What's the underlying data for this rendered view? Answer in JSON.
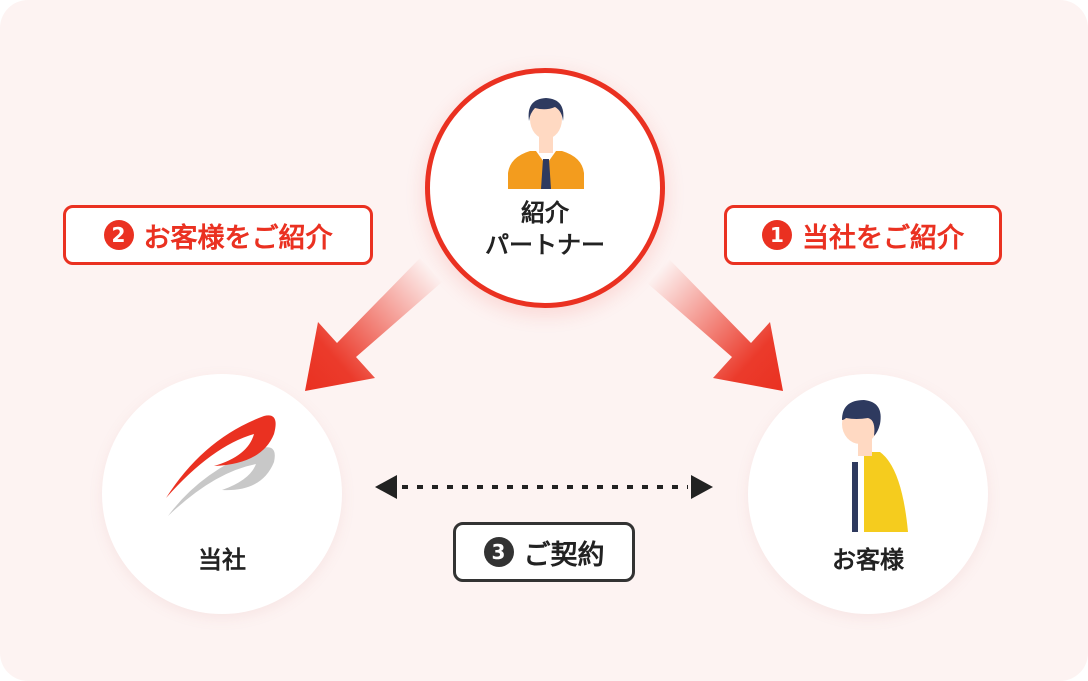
{
  "partner": {
    "label_line1": "紹介",
    "label_line2": "パートナー"
  },
  "company": {
    "label": "当社"
  },
  "customer": {
    "label": "お客様"
  },
  "steps": [
    {
      "num": "1",
      "label": "当社をご紹介"
    },
    {
      "num": "2",
      "label": "お客様をご紹介"
    },
    {
      "num": "3",
      "label": "ご契約"
    }
  ],
  "colors": {
    "accent": "#ea3121",
    "panel": "#fdf3f2",
    "dark": "#333333",
    "customer_jacket": "#f5cc1e",
    "partner_jacket": "#f39c1e",
    "suit_navy": "#2e3a5f"
  },
  "icons": [
    "partner-person-icon",
    "company-logo-icon",
    "customer-person-icon",
    "arrow-to-company-icon",
    "arrow-to-customer-icon",
    "contract-double-arrow-icon"
  ]
}
